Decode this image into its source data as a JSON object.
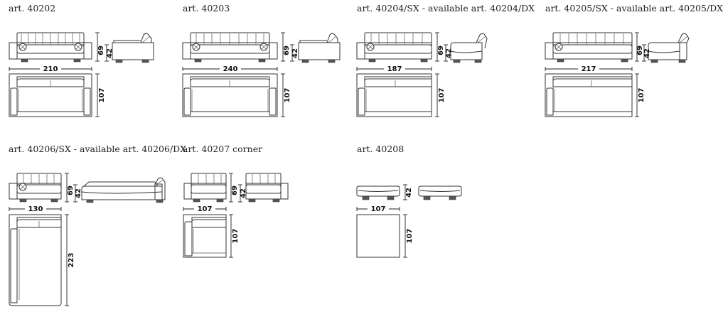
{
  "items": [
    {
      "id": "40202",
      "title": "art. 40202",
      "width": "210",
      "depth": "107",
      "height": "69",
      "seat": "42"
    },
    {
      "id": "40203",
      "title": "art. 40203",
      "width": "240",
      "depth": "107",
      "height": "69",
      "seat": "42"
    },
    {
      "id": "40204",
      "title": "art. 40204/SX - available art. 40204/DX",
      "width": "187",
      "depth": "107",
      "height": "69",
      "seat": "42"
    },
    {
      "id": "40205",
      "title": "art. 40205/SX - available art. 40205/DX",
      "width": "217",
      "depth": "107",
      "height": "69",
      "seat": "42"
    },
    {
      "id": "40206",
      "title": "art. 40206/SX - available art. 40206/DX",
      "width": "130",
      "depth": "223",
      "height": "69",
      "seat": "42"
    },
    {
      "id": "40207",
      "title": "art. 40207 corner",
      "width": "107",
      "depth": "107",
      "height": "69",
      "seat": "42"
    },
    {
      "id": "40208",
      "title": "art. 40208",
      "width": "107",
      "depth": "107",
      "seat": "42"
    }
  ]
}
